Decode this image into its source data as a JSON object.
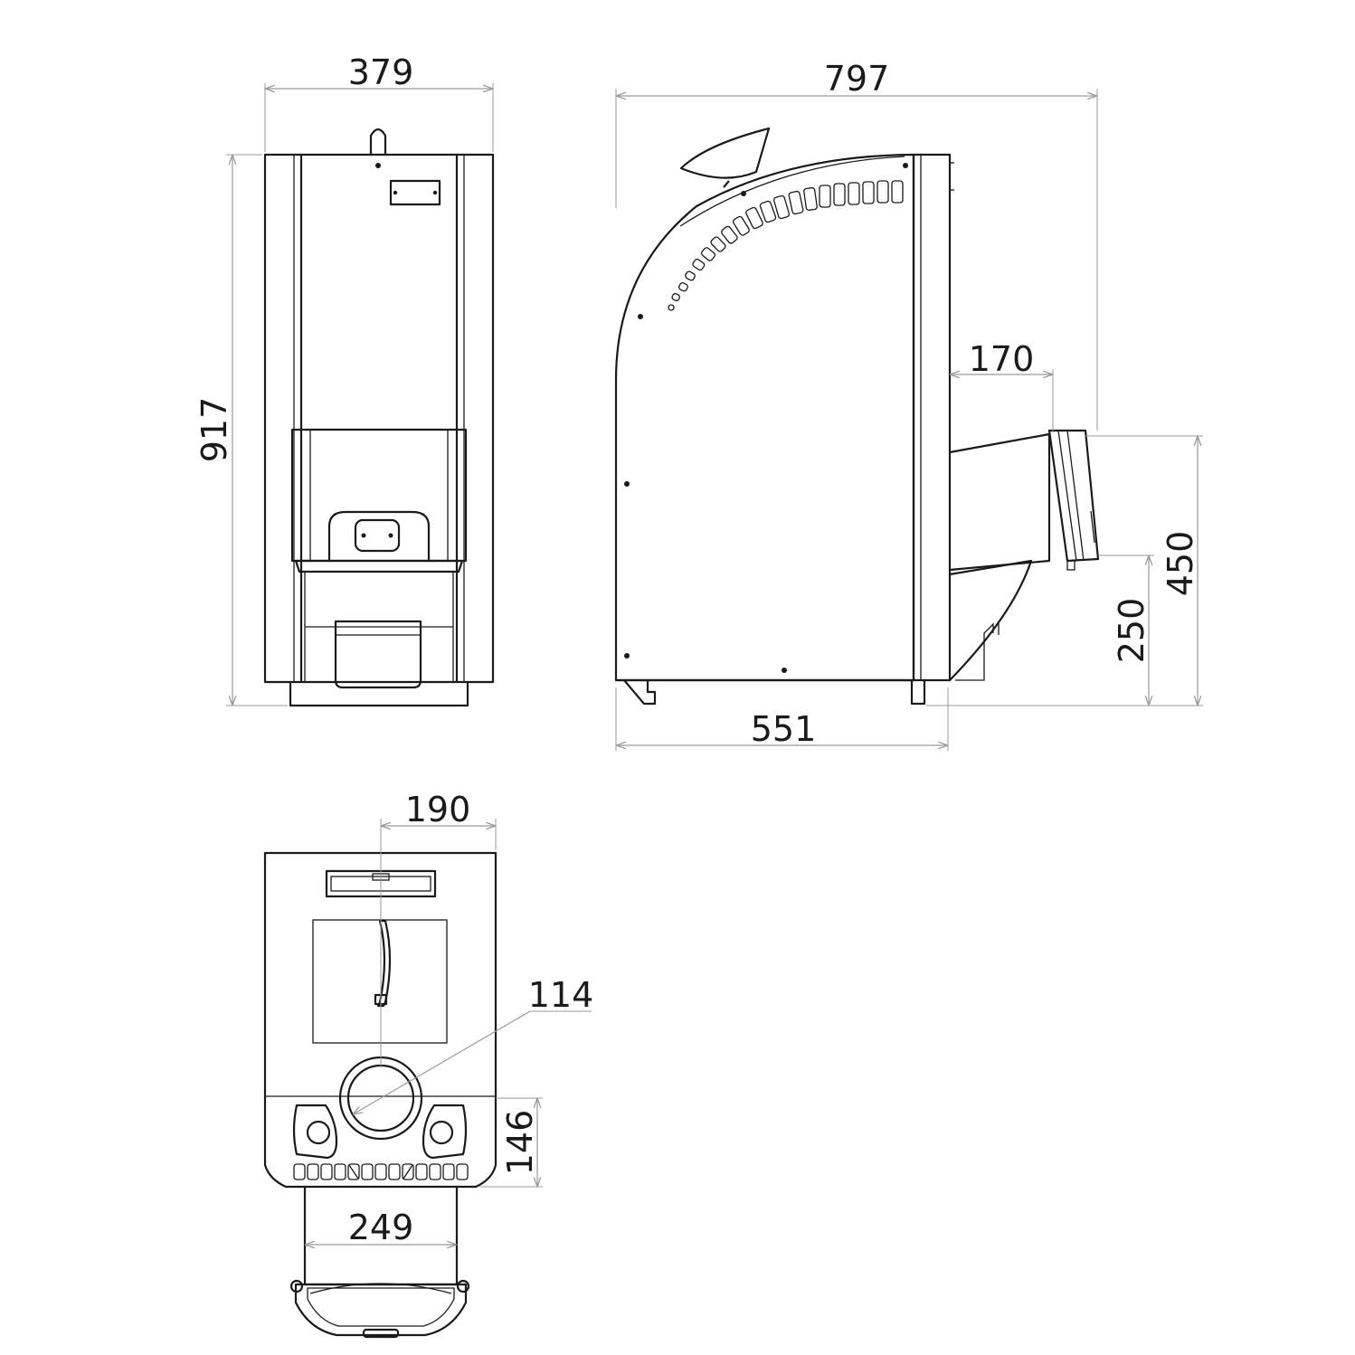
{
  "colors": {
    "line": "#1a1a1a",
    "dimension": "#9a9a9a",
    "background": "#ffffff"
  },
  "dimensions": {
    "front_width": "379",
    "front_height": "917",
    "side_width": "797",
    "side_depth": "551",
    "flue_offset": "170",
    "flue_height_bottom": "250",
    "flue_height_top": "450",
    "top_offset": "190",
    "flue_diameter": "114",
    "top_depth": "146",
    "base_width": "249"
  }
}
